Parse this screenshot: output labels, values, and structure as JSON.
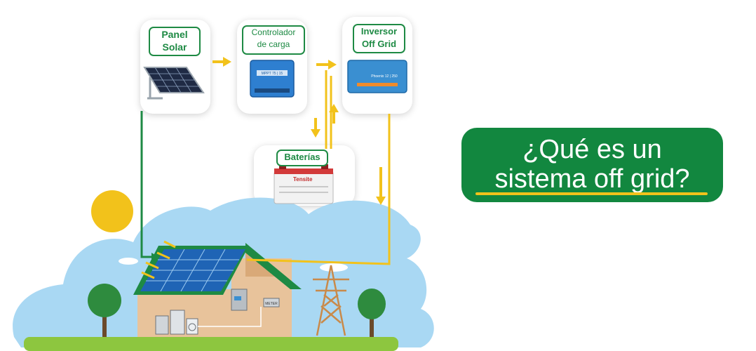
{
  "diagram": {
    "nodes": [
      {
        "id": "panel",
        "label_line1": "Panel",
        "label_line2": "Solar"
      },
      {
        "id": "controller",
        "label_line1": "Controlador",
        "label_line2": "de carga",
        "device_text": "MPPT 75 | 15"
      },
      {
        "id": "inverter",
        "label_line1": "Inversor",
        "label_line2": "Off Grid",
        "device_text": "Phoenix 12 | 250"
      },
      {
        "id": "battery",
        "label": "Baterías",
        "device_text": "Tensite"
      }
    ],
    "house": {
      "meter_text": "METER"
    },
    "headline": {
      "line1": "¿Qué es un",
      "line2": "sistema off grid?"
    }
  },
  "colors": {
    "brand_green": "#12873f",
    "wire_yellow": "#f2c21b",
    "sky_blue": "#a9d8f3",
    "sun": "#f2c21b"
  }
}
